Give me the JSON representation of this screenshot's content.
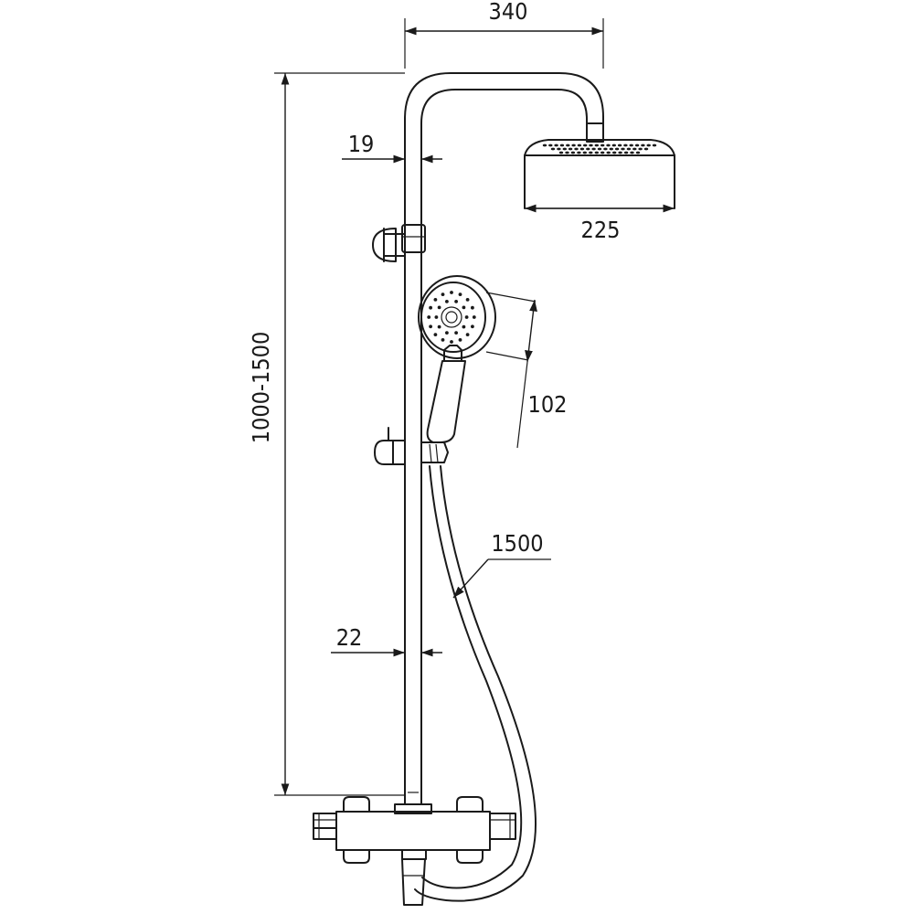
{
  "dimensions": {
    "overhead_projection": "340",
    "rail_diameter_top": "19",
    "head_diameter": "225",
    "hand_shower_diameter": "102",
    "height_range": "1000-1500",
    "hose_length": "1500",
    "rail_diameter_bottom": "22"
  }
}
